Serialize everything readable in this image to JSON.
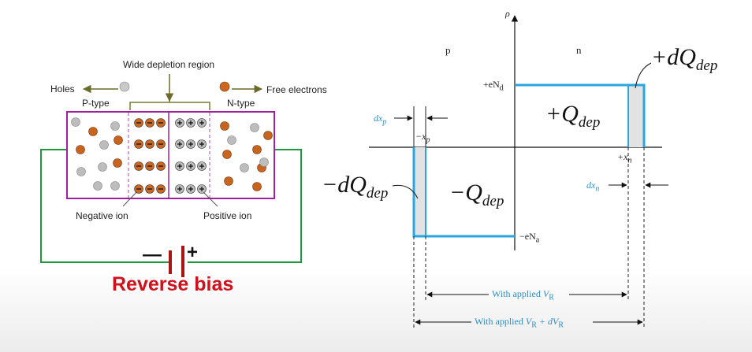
{
  "left_figure": {
    "depletion_label": "Wide depletion region",
    "holes_label": "Holes",
    "electrons_label": "Free electrons",
    "p_type_label": "P-type",
    "n_type_label": "N-type",
    "negative_ion_label": "Negative ion",
    "positive_ion_label": "Positive ion",
    "battery_minus": "—",
    "battery_plus": "+",
    "caption": "Reverse bias",
    "colors": {
      "frame": "#a020a0",
      "wire": "#1e9a3c",
      "electron": "#c8641e",
      "hole": "#bdbdbd",
      "caption": "#d0101a"
    }
  },
  "right_figure": {
    "axis_rho": "ρ",
    "region_p": "p",
    "region_n": "n",
    "plus_end": "+eN",
    "plus_end_sub": "d",
    "minus_end": "−eN",
    "minus_end_sub": "a",
    "plus_q": "+Q",
    "minus_q": "−Q",
    "q_sub": "dep",
    "plus_dq": "+dQ",
    "minus_dq": "−dQ",
    "dq_sub": "dep",
    "dx_label": "dx",
    "dx_p_sub": "p",
    "dx_n_sub": "n",
    "neg_xp": "−x",
    "neg_xp_sub": "p",
    "pos_xn": "+x",
    "pos_xn_sub": "n",
    "applied_1": "With applied ",
    "applied_1_var": "V",
    "applied_1_sub": "R",
    "applied_2": "With applied ",
    "applied_2_var": "V",
    "applied_2_sub": "R",
    "applied_2_tail": " + dV",
    "applied_2_tail_sub": "R",
    "colors": {
      "profile": "#29a6e0",
      "shade": "#e2e2e2",
      "blue_text": "#2b8fd0"
    }
  }
}
